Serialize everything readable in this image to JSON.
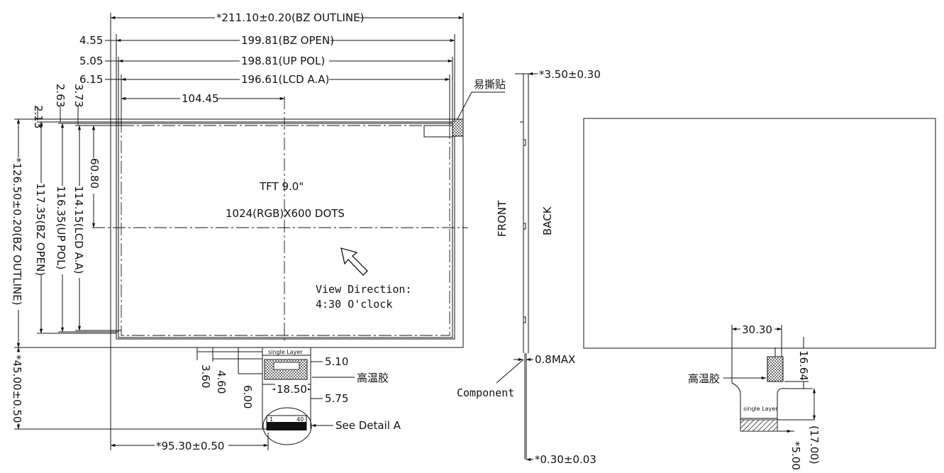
{
  "front_view": {
    "dims": {
      "bz_outline_w": "*211.10±0.20(BZ OUTLINE)",
      "bz_open_w": "199.81(BZ OPEN)",
      "up_pol_w": "198.81(UP POL)",
      "lcd_aa_w": "196.61(LCD A.A)",
      "off_455": "4.55",
      "off_505": "5.05",
      "off_615": "6.15",
      "center_x": "104.45",
      "off_213": "2.13",
      "off_263": "2.63",
      "off_373": "3.73",
      "bz_outline_h": "*126.50±0.20(BZ OUTLINE)",
      "bz_open_h": "117.35(BZ OPEN)",
      "up_pol_h": "116.35(UP POL)",
      "lcd_aa_h": "114.15(LCD A.A)",
      "center_y": "60.80",
      "fpc_total": "*45.00±0.50",
      "fpc_pos": "*95.30±0.50",
      "d_360": "3.60",
      "d_460": "4.60",
      "d_600": "6.00",
      "d_510": "5.10",
      "d_1850": "18.50",
      "d_575": "5.75"
    },
    "labels": {
      "tft": "TFT 9.0\"",
      "dots": "1024(RGB)X600 DOTS",
      "view_dir_1": "View Direction:",
      "view_dir_2": "4:30 O'clock",
      "easy_peel": "易撕贴",
      "high_temp_glue": "高温胶",
      "single_layer": "single Layer",
      "see_detail": "See Detail A",
      "pin_1": "1",
      "pin_40": "40"
    }
  },
  "side_view": {
    "dims": {
      "thickness": "*3.50±0.30",
      "max_08": "0.8MAX",
      "fpc_thick": "*0.30±0.03"
    },
    "labels": {
      "front": "FRONT",
      "back": "BACK",
      "component": "Component"
    }
  },
  "back_view": {
    "dims": {
      "w_3030": "30.30",
      "h_1664": "16.64",
      "h_1700": "(17.00)",
      "h_500": "*5.00"
    },
    "labels": {
      "high_temp_glue": "高温胶",
      "single_layer": "single Layer"
    }
  }
}
